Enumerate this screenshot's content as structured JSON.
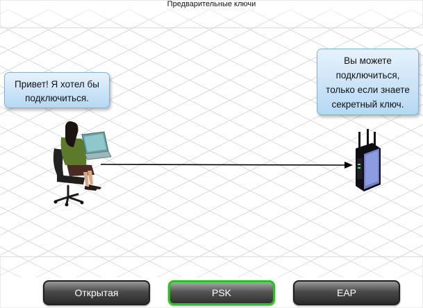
{
  "title": "Предварительные ключи",
  "bubbles": {
    "user": [
      "Привет! Я хотел бы",
      "подключиться."
    ],
    "router": [
      "Вы можете",
      "подключиться,",
      "только если знаете",
      "секретный ключ."
    ]
  },
  "buttons": {
    "open": "Открытая",
    "psk": "PSK",
    "eap": "EAP",
    "active": "psk"
  },
  "colors": {
    "active_border": "#27c41a",
    "bubble_fill": "#c8e2f7",
    "grid": "#d7d7d7"
  }
}
